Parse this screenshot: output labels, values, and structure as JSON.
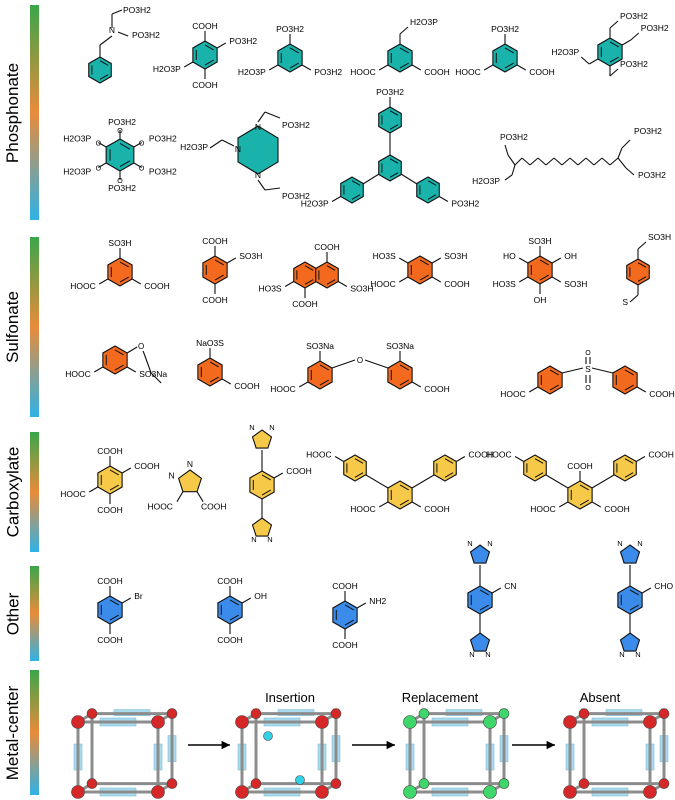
{
  "sections": [
    {
      "label": "Phosphonate",
      "color": "#19b3ac"
    },
    {
      "label": "Sulfonate",
      "color": "#f36a1f"
    },
    {
      "label": "Carboxylate",
      "color": "#f7c948"
    },
    {
      "label": "Other",
      "color": "#3b8bea"
    },
    {
      "label": "Metal-center"
    }
  ],
  "groups": {
    "po3h2": "PO3H2",
    "h2o3p": "H2O3P",
    "cooh": "COOH",
    "hooc": "HOOC",
    "so3h": "SO3H",
    "ho3s": "HO3S",
    "so3na": "SO3Na",
    "naso3": "NaO3S",
    "oh": "OH",
    "ho": "HO",
    "br": "Br",
    "nh2": "NH2",
    "cn": "CN",
    "cho": "CHO",
    "n": "N",
    "o": "O",
    "s": "S"
  },
  "metal_stages": [
    "Insertion",
    "Replacement",
    "Absent"
  ],
  "metal_colors": {
    "node": "#d62828",
    "inserted": "#33d1e6",
    "replaced": "#3fd66b",
    "linker": "#a9dbee"
  }
}
